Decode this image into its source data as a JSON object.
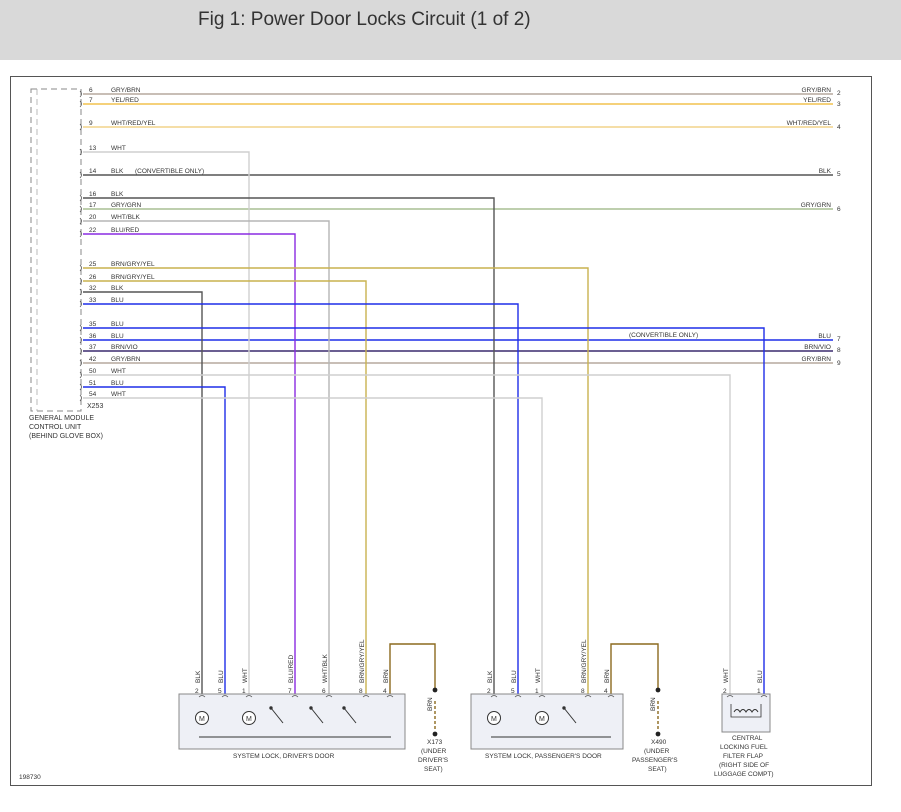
{
  "header": {
    "title": "Fig 1: Power Door Locks Circuit (1 of 2)"
  },
  "colors": {
    "GRY/BRN": "#b6a99e",
    "YEL/RED": "#f2c24f",
    "WHT/RED/YEL": "#f2d38a",
    "WHT": "#cfcfcf",
    "BLK": "#555555",
    "GRY/GRN": "#a9bf93",
    "WHT/BLK": "#b5b5b5",
    "BLU/RED": "#8a2be2",
    "BRN/GRY/YEL": "#c9b24f",
    "BLU": "#1f2ee8",
    "BRN/VIO": "#3a2a6e",
    "BRN": "#8c6a1e"
  },
  "module": {
    "name_lines": [
      "GENERAL MODULE",
      "CONTROL UNIT",
      "(BEHIND GLOVE BOX)"
    ],
    "connector": "X253",
    "pins": [
      {
        "pin": "6",
        "wire": "GRY/BRN"
      },
      {
        "pin": "7",
        "wire": "YEL/RED"
      },
      {
        "pin": "9",
        "wire": "WHT/RED/YEL"
      },
      {
        "pin": "13",
        "wire": "WHT"
      },
      {
        "pin": "14",
        "wire": "BLK"
      },
      {
        "pin": "16",
        "wire": "BLK"
      },
      {
        "pin": "17",
        "wire": "GRY/GRN"
      },
      {
        "pin": "20",
        "wire": "WHT/BLK"
      },
      {
        "pin": "22",
        "wire": "BLU/RED"
      },
      {
        "pin": "25",
        "wire": "BRN/GRY/YEL"
      },
      {
        "pin": "26",
        "wire": "BRN/GRY/YEL"
      },
      {
        "pin": "32",
        "wire": "BLK"
      },
      {
        "pin": "33",
        "wire": "BLU"
      },
      {
        "pin": "35",
        "wire": "BLU"
      },
      {
        "pin": "36",
        "wire": "BLU"
      },
      {
        "pin": "37",
        "wire": "BRN/VIO"
      },
      {
        "pin": "42",
        "wire": "GRY/BRN"
      },
      {
        "pin": "50",
        "wire": "WHT"
      },
      {
        "pin": "51",
        "wire": "BLU"
      },
      {
        "pin": "54",
        "wire": "WHT"
      }
    ],
    "notes": [
      {
        "pin": "14",
        "text": "(CONVERTIBLE ONLY)"
      }
    ]
  },
  "right_wires": [
    {
      "pin": "6",
      "wire": "GRY/BRN",
      "num": "2"
    },
    {
      "pin": "7",
      "wire": "YEL/RED",
      "num": "3"
    },
    {
      "pin": "9",
      "wire": "WHT/RED/YEL",
      "num": "4"
    },
    {
      "pin": "14",
      "wire": "BLK",
      "num": "5"
    },
    {
      "pin": "17",
      "wire": "GRY/GRN",
      "num": "6"
    },
    {
      "pin": "36",
      "wire": "BLU",
      "num": "7"
    },
    {
      "pin": "37",
      "wire": "BRN/VIO",
      "num": "8"
    },
    {
      "pin": "42",
      "wire": "GRY/BRN",
      "num": "9"
    }
  ],
  "right_note": "(CONVERTIBLE ONLY)",
  "components": {
    "driver": {
      "label": "SYSTEM LOCK, DRIVER'S DOOR",
      "pins": [
        {
          "pin": "2",
          "wire": "BLK"
        },
        {
          "pin": "5",
          "wire": "BLU"
        },
        {
          "pin": "1",
          "wire": "WHT"
        },
        {
          "pin": "7",
          "wire": "BLU/RED"
        },
        {
          "pin": "6",
          "wire": "WHT/BLK"
        },
        {
          "pin": "8",
          "wire": "BRN/GRY/YEL"
        },
        {
          "pin": "4",
          "wire": "BRN"
        }
      ]
    },
    "passenger": {
      "label": "SYSTEM LOCK, PASSENGER'S DOOR",
      "pins": [
        {
          "pin": "2",
          "wire": "BLK"
        },
        {
          "pin": "5",
          "wire": "BLU"
        },
        {
          "pin": "1",
          "wire": "WHT"
        },
        {
          "pin": "8",
          "wire": "BRN/GRY/YEL"
        },
        {
          "pin": "4",
          "wire": "BRN"
        }
      ]
    },
    "fuel": {
      "label_lines": [
        "CENTRAL",
        "LOCKING FUEL",
        "FILTER FLAP",
        "(RIGHT SIDE OF",
        "LUGGAGE COMPT)"
      ],
      "pins": [
        {
          "pin": "2",
          "wire": "WHT"
        },
        {
          "pin": "1",
          "wire": "BLU"
        }
      ]
    }
  },
  "grounds": [
    {
      "wire": "BRN",
      "name_lines": [
        "X173",
        "(UNDER",
        "DRIVER'S",
        "SEAT)"
      ]
    },
    {
      "wire": "BRN",
      "name_lines": [
        "X490",
        "(UNDER",
        "PASSENGER'S",
        "SEAT)"
      ]
    }
  ],
  "motor_symbol": "M",
  "figure_id": "198730"
}
